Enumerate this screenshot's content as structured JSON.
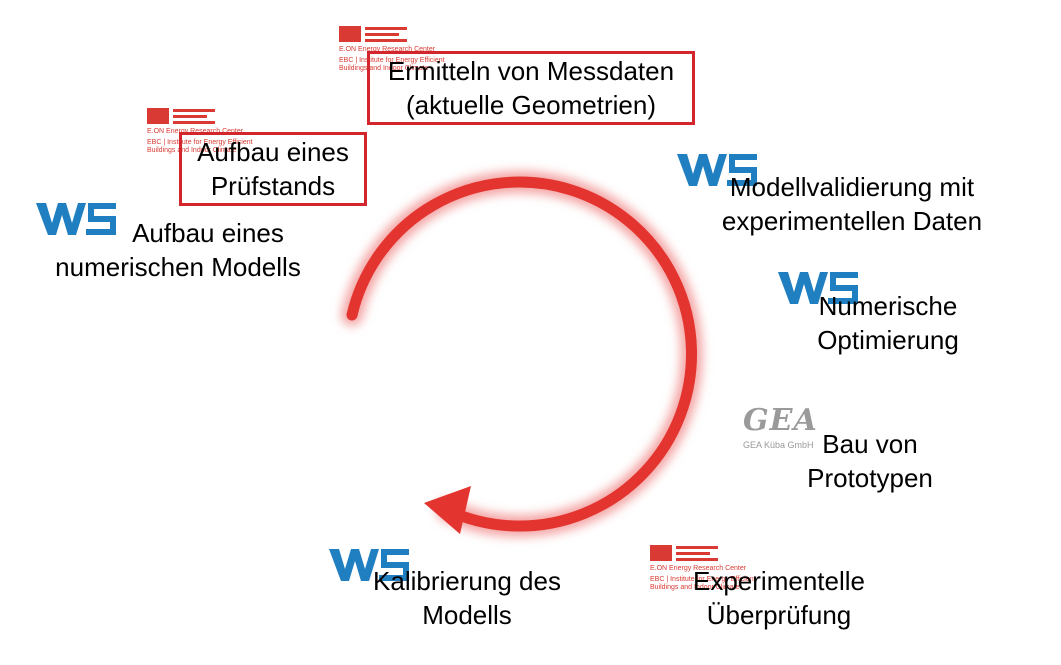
{
  "colors": {
    "arrow": "#e3342f",
    "arrow_glow": "#f4a6a6",
    "box_border": "#d3262c",
    "eon_red": "#d93a33",
    "wsa_blue": "#1f7fc0",
    "gea_gray": "#9a9a9a",
    "text": "#000000"
  },
  "logos": {
    "eon": {
      "icon": "eon-ebc-logo",
      "line1": "E.ON Energy Research Center",
      "line2": "EBC | Institute for Energy Efficient",
      "line3": "Buildings and Indoor Climate"
    },
    "wsa": {
      "icon": "wsa-logo"
    },
    "gea": {
      "icon": "gea-logo",
      "word": "GEA",
      "subtitle": "GEA Küba GmbH"
    }
  },
  "steps": [
    {
      "id": "messdaten",
      "lines": [
        "Ermitteln von Messdaten",
        "(aktuelle Geometrien)"
      ],
      "highlighted": true,
      "logo": "eon"
    },
    {
      "id": "modellvalidierung",
      "lines": [
        "Modellvalidierung mit",
        "experimentellen Daten"
      ],
      "highlighted": false,
      "logo": "wsa"
    },
    {
      "id": "optimierung",
      "lines": [
        "Numerische",
        "Optimierung"
      ],
      "highlighted": false,
      "logo": "wsa"
    },
    {
      "id": "prototypen",
      "lines": [
        "Bau von",
        "Prototypen"
      ],
      "highlighted": false,
      "logo": "gea"
    },
    {
      "id": "ueberpruefung",
      "lines": [
        "Experimentelle",
        "Überprüfung"
      ],
      "highlighted": false,
      "logo": "eon"
    },
    {
      "id": "kalibrierung",
      "lines": [
        "Kalibrierung des",
        "Modells"
      ],
      "highlighted": false,
      "logo": "wsa"
    },
    {
      "id": "numerisches-modell",
      "lines": [
        "Aufbau eines",
        "numerischen Modells"
      ],
      "highlighted": false,
      "logo": "wsa"
    },
    {
      "id": "pruefstand",
      "lines": [
        "Aufbau eines",
        "Prüfstands"
      ],
      "highlighted": true,
      "logo": "eon"
    }
  ]
}
